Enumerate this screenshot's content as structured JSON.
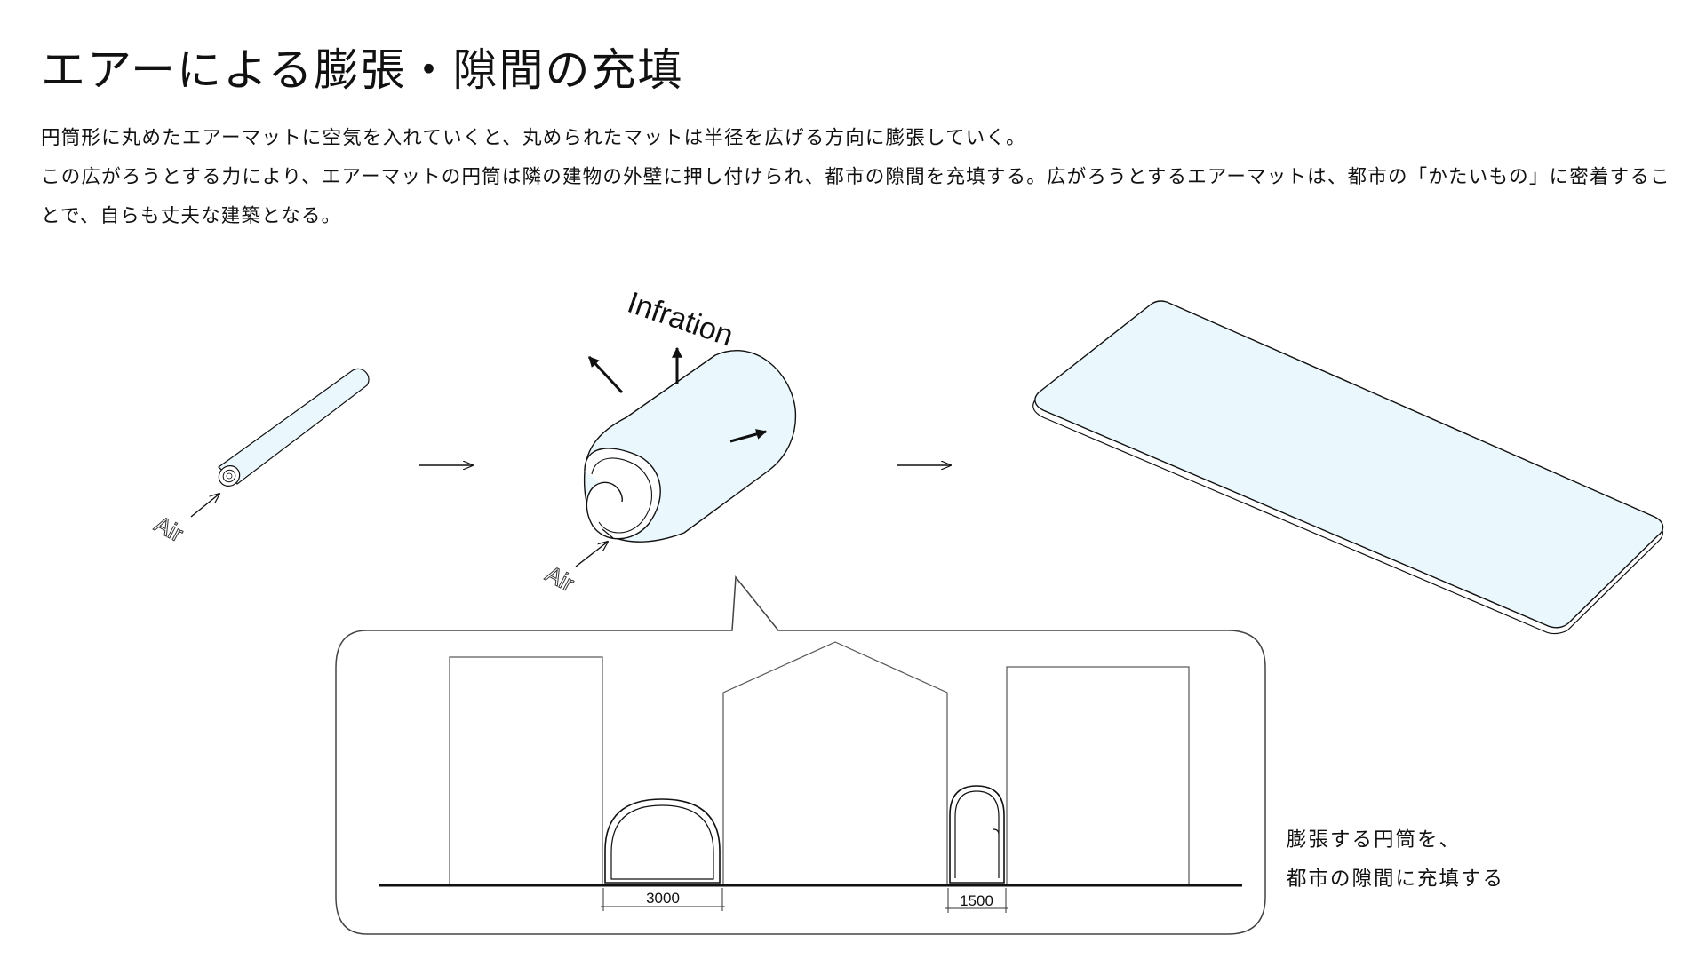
{
  "page": {
    "title": "エアーによる膨張・隙間の充填",
    "description": [
      "円筒形に丸めたエアーマットに空気を入れていくと、丸められたマットは半径を広げる方向に膨張していく。",
      "この広がろうとする力により、エアーマットの円筒は隣の建物の外壁に押し付けられ、都市の隙間を充填する。広がろうとするエアーマットは、都市の「かたいもの」に密着することで、自らも丈夫な建築となる。"
    ]
  },
  "diagram": {
    "labels": {
      "air_small": "Air",
      "air_large": "Air",
      "inflation": "Infration"
    },
    "dimensions": {
      "left_gap": "3000",
      "right_gap": "1500"
    },
    "caption": [
      "膨張する円筒を、",
      "都市の隙間に充填する"
    ]
  },
  "colors": {
    "mat_fill": "#eaf7fd",
    "line": "#111111"
  }
}
